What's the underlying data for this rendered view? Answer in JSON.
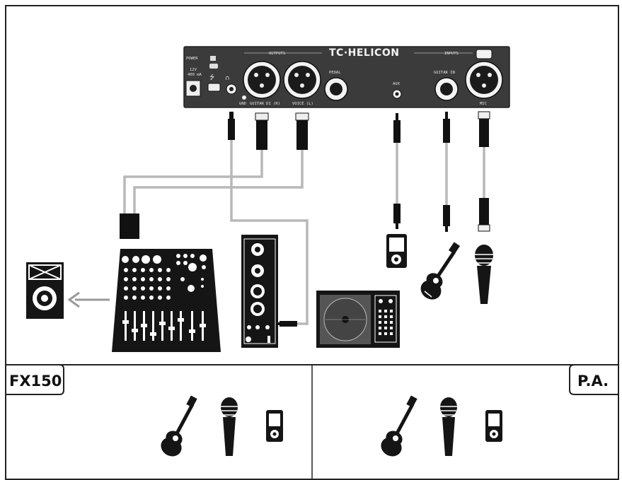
{
  "device": {
    "brand": "TC·HELICON",
    "outputs_label": "OUTPUTS",
    "inputs_label": "INPUTS",
    "power_label": "POWER",
    "power_spec_1": "12V",
    "power_spec_2": "400 mA",
    "gnd_label": "GND",
    "guitar_di_label": "GUITAR DI (R)",
    "voice_label": "VOICE (L)",
    "pedal_label": "PEDAL",
    "aux_label": "AUX",
    "guitar_in_label": "GUITAR IN",
    "mic_label": "MIC"
  },
  "panels": {
    "left_tab": "FX150",
    "right_tab": "P.A."
  },
  "colors": {
    "device": "#3d3d3d",
    "device_outline": "#222222",
    "cable": "#b8b8b8",
    "equipment": "#151515",
    "arrow": "#9a9a9a"
  }
}
